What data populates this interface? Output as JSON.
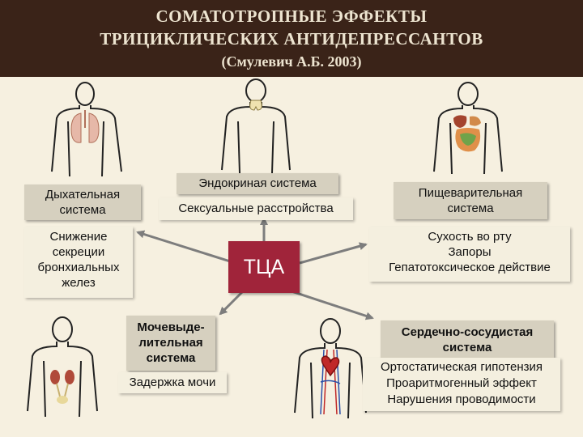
{
  "header": {
    "line1": "СОМАТОТРОПНЫЕ ЭФФЕКТЫ",
    "line2": "ТРИЦИКЛИЧЕСКИХ АНТИДЕПРЕССАНТОВ",
    "line3": "(Смулевич А.Б. 2003)"
  },
  "center": {
    "label": "ТЦА"
  },
  "respiratory": {
    "title_line1": "Дыхательная",
    "title_line2": "система",
    "effect_line1": "Снижение",
    "effect_line2": "секреции",
    "effect_line3": "бронхиальных",
    "effect_line4": "желез"
  },
  "endocrine": {
    "title": "Эндокриная система",
    "effect": "Сексуальные расстройства"
  },
  "digestive": {
    "title_line1": "Пищеварительная",
    "title_line2": "система",
    "effect_line1": "Сухость во рту",
    "effect_line2": "Запоры",
    "effect_line3": "Гепатотоксическое действие"
  },
  "urinary": {
    "title_line1": "Мочевыде-",
    "title_line2": "лительная",
    "title_line3": "система",
    "effect": "Задержка мочи"
  },
  "cardio": {
    "title_line1": "Сердечно-сосудистая",
    "title_line2": "система",
    "effect_line1": "Ортостатическая гипотензия",
    "effect_line2": "Проаритмогенный эффект",
    "effect_line3": "Нарушения проводимости"
  },
  "colors": {
    "header_bg": "#3a2318",
    "page_bg": "#f6f0e0",
    "center_box": "#a0243a",
    "arrow": "#7d7d7d"
  }
}
